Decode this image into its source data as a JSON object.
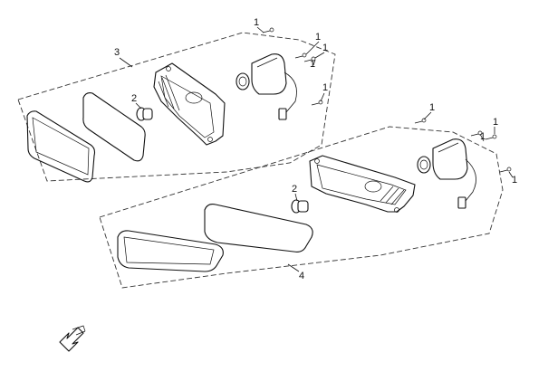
{
  "callouts": {
    "c1_top_a": "1",
    "c1_top_b": "1",
    "c1_top_c": "1",
    "c1_top_d": "1",
    "c1_mid": "1",
    "c1_low_a": "1",
    "c1_low_b": "1",
    "c1_low_c": "1",
    "c1_low_d": "1",
    "c2_upper": "2",
    "c2_lower": "2",
    "c3": "3",
    "c4": "4"
  },
  "colors": {
    "line": "#111111",
    "background": "#ffffff"
  },
  "icons": {
    "front_direction": "arrow-icon"
  }
}
